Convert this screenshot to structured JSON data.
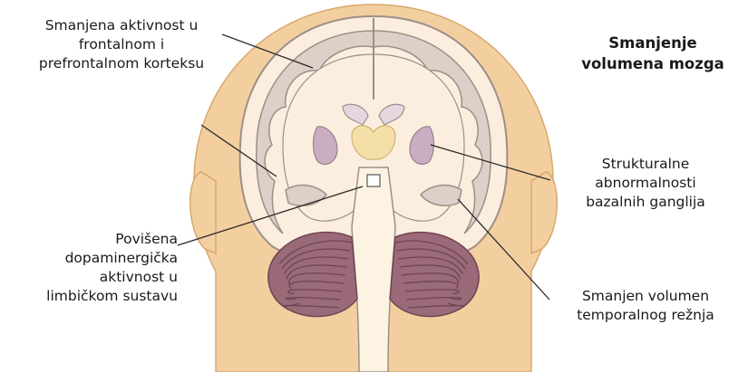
{
  "title": "Smanjenje\nvolumena mozga",
  "labels": {
    "frontal": "Smanjena aktivnost u\nfrontalnom i\nprefrontalnom korteksu",
    "dopamine": "Povišena\ndopaminergička\naktivnost u\nlimbičkom sustavu",
    "basal": "Strukturalne\nabnormalnosti\nbazalnih ganglija",
    "temporal": "Smanjen volumen\ntemporalnog režnja"
  },
  "colors": {
    "skin": "#f3cfa0",
    "skin_edge": "#d9a86c",
    "brain_fill": "#fbeede",
    "brain_outline": "#9e8f86",
    "gyri_fill": "#dcd0c8",
    "basal_ganglia": "#c8aec0",
    "thalamus": "#f5dfa8",
    "cerebellum": "#9a6a78",
    "cerebellum_dark": "#6f4452",
    "leader_line": "#2a2a2a"
  }
}
